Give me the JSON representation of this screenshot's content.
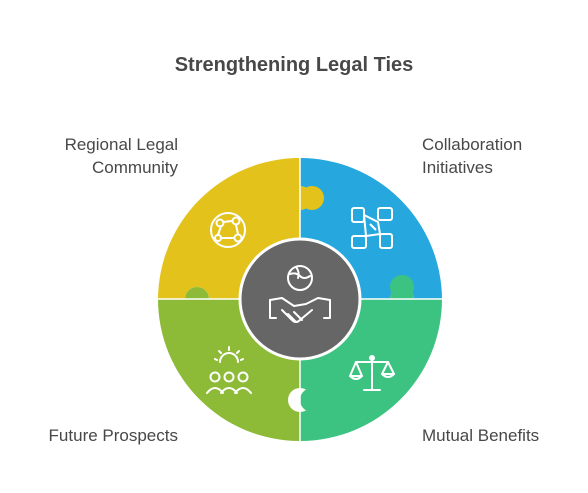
{
  "title": "Strengthening Legal Ties",
  "segments": [
    {
      "label_line1": "Regional Legal",
      "label_line2": "Community",
      "color": "#E3C21B",
      "icon": "network-icon"
    },
    {
      "label_line1": "Collaboration",
      "label_line2": "Initiatives",
      "color": "#26A8DF",
      "icon": "joined-hands-icon"
    },
    {
      "label_line1": "Mutual Benefits",
      "label_line2": "",
      "color": "#3DC381",
      "icon": "scales-icon"
    },
    {
      "label_line1": "Future Prospects",
      "label_line2": "",
      "color": "#8DBB38",
      "icon": "people-growth-icon"
    }
  ],
  "center": {
    "color": "#666666",
    "icon": "handshake-globe-icon"
  }
}
